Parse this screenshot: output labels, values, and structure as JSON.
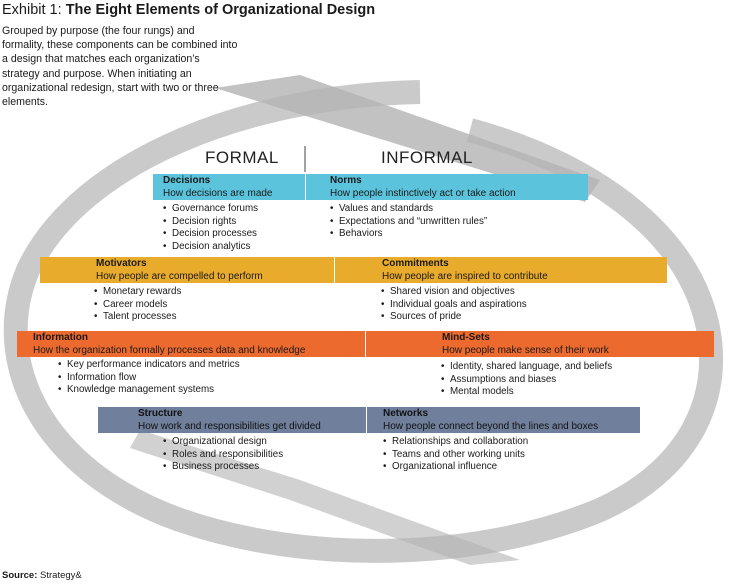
{
  "header": {
    "exhibit": "Exhibit 1:",
    "title": "The Eight Elements of Organizational Design",
    "intro": "Grouped by purpose (the four rungs) and formality, these components can be combined into a design that matches each organization’s strategy and purpose. When initiating an organizational redesign, start with two or three elements."
  },
  "columns": {
    "formal": "FORMAL",
    "informal": "INFORMAL"
  },
  "rungs": [
    {
      "color": "#5bc4dc",
      "formal": {
        "name": "Decisions",
        "desc": "How decisions are made",
        "items": [
          "Governance forums",
          "Decision rights",
          "Decision processes",
          "Decision analytics"
        ]
      },
      "informal": {
        "name": "Norms",
        "desc": "How people instinctively act or take action",
        "items": [
          "Values and standards",
          "Expectations and “unwritten rules”",
          "Behaviors"
        ]
      }
    },
    {
      "color": "#e8ab2c",
      "formal": {
        "name": "Motivators",
        "desc": "How people are compelled to perform",
        "items": [
          "Monetary rewards",
          "Career models",
          "Talent processes"
        ]
      },
      "informal": {
        "name": "Commitments",
        "desc": "How people are inspired to contribute",
        "items": [
          "Shared vision and objectives",
          "Individual goals and aspirations",
          "Sources of pride"
        ]
      }
    },
    {
      "color": "#ec6a2e",
      "formal": {
        "name": "Information",
        "desc": "How the organization formally processes data and knowledge",
        "items": [
          "Key performance indicators and metrics",
          "Information flow",
          "Knowledge management systems"
        ]
      },
      "informal": {
        "name": "Mind-Sets",
        "desc": "How people make sense of their work",
        "items": [
          "Identity, shared language, and beliefs",
          "Assumptions and biases",
          "Mental models"
        ]
      }
    },
    {
      "color": "#6f7f9c",
      "formal": {
        "name": "Structure",
        "desc": "How work and responsibilities get divided",
        "items": [
          "Organizational design",
          "Roles and responsibilities",
          "Business processes"
        ]
      },
      "informal": {
        "name": "Networks",
        "desc": "How people connect beyond the lines and boxes",
        "items": [
          "Relationships and collaboration",
          "Teams and other working units",
          "Organizational influence"
        ]
      }
    }
  ],
  "source": {
    "label": "Source:",
    "text": "Strategy&"
  },
  "colors": {
    "ribbon": "#b9b9b9",
    "divider": "#ffffff"
  }
}
